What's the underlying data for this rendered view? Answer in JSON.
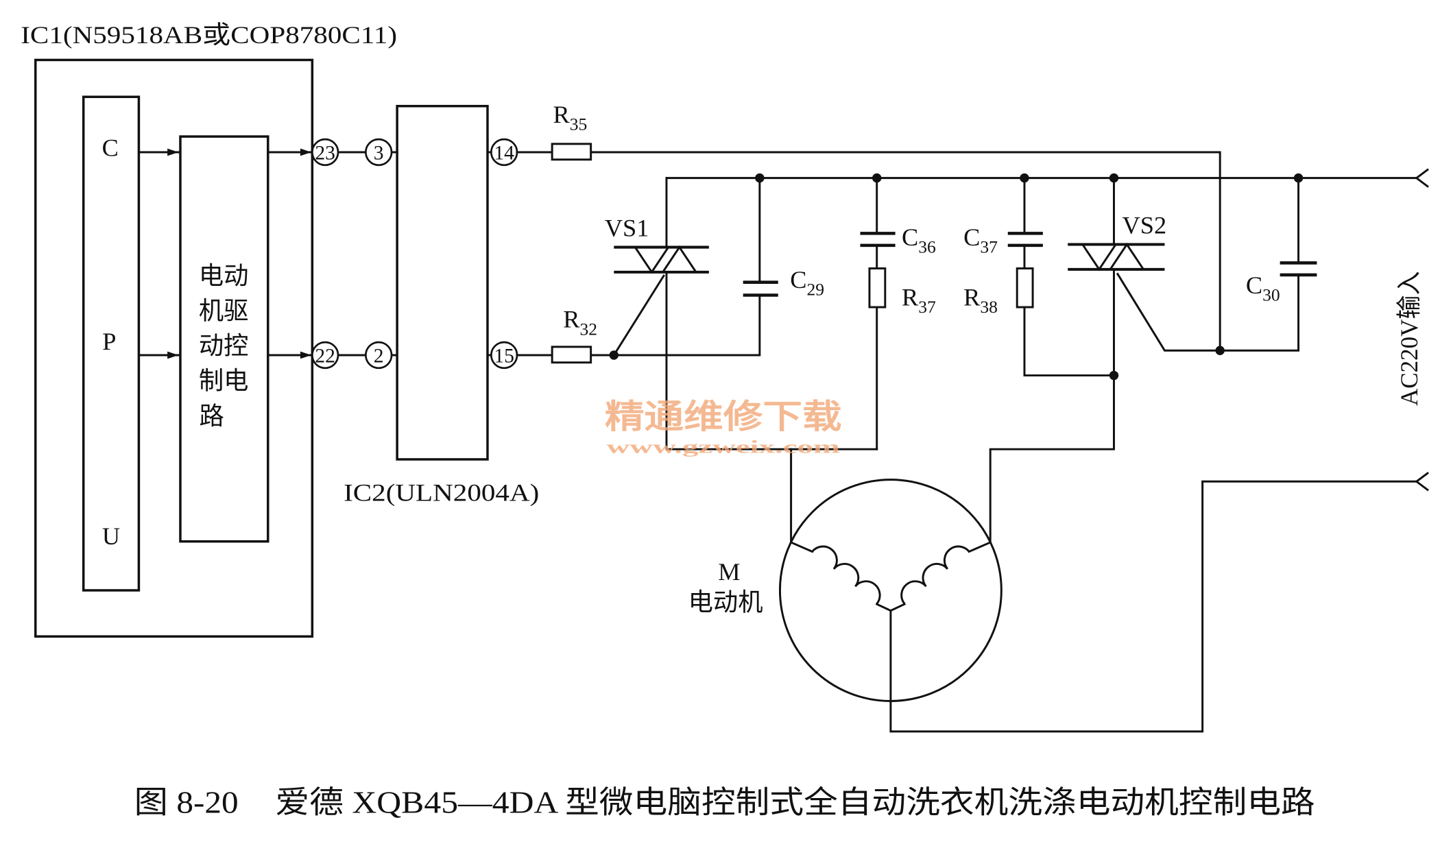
{
  "diagram": {
    "ic1": {
      "label": "IC1(N59518AB或COP8780C11)",
      "cpu_letters": [
        "C",
        "P",
        "U"
      ],
      "driver_text_lines": [
        "电动",
        "机驱",
        "动控",
        "制电",
        "路"
      ],
      "pin_top": "23",
      "pin_bottom": "22"
    },
    "ic2": {
      "label": "IC2(ULN2004A)",
      "input_pin_top": "3",
      "input_pin_bottom": "2",
      "output_pin_top": "14",
      "output_pin_bottom": "15"
    },
    "components": {
      "vs1": "VS1",
      "vs2": "VS2",
      "r35": {
        "letter": "R",
        "sub": "35"
      },
      "r32": {
        "letter": "R",
        "sub": "32"
      },
      "c29": {
        "letter": "C",
        "sub": "29"
      },
      "c36": {
        "letter": "C",
        "sub": "36"
      },
      "r37": {
        "letter": "R",
        "sub": "37"
      },
      "c37": {
        "letter": "C",
        "sub": "37"
      },
      "r38": {
        "letter": "R",
        "sub": "38"
      },
      "c30": {
        "letter": "C",
        "sub": "30"
      }
    },
    "motor": {
      "letter": "M",
      "name": "电动机"
    },
    "ac_input_label": "AC220V输入"
  },
  "watermark": {
    "text": "精通维修下载",
    "url": "www.gzweix.com"
  },
  "caption": {
    "figure_number": "图 8-20",
    "title": "爱德 XQB45—4DA 型微电脑控制式全自动洗衣机洗涤电动机控制电路"
  },
  "colors": {
    "ink": "#111111",
    "background": "#ffffff",
    "watermark": "#f2a878"
  }
}
